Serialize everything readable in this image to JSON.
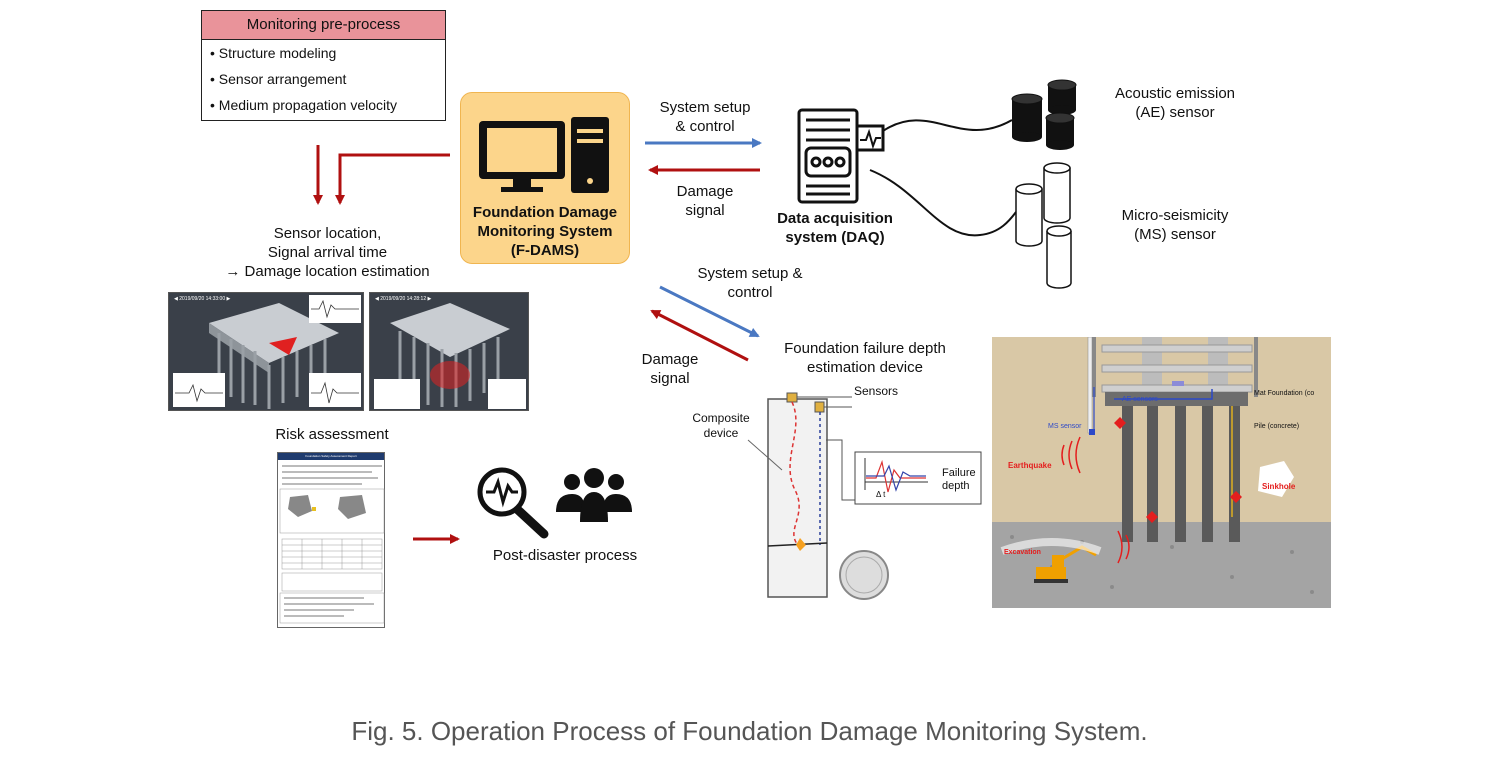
{
  "pre_process": {
    "title": "Monitoring pre-process",
    "items": [
      "• Structure modeling",
      "• Sensor arrangement",
      "• Medium propagation velocity"
    ]
  },
  "fdams": {
    "line1": "Foundation Damage",
    "line2": "Monitoring System",
    "line3": "(F-DAMS)"
  },
  "arrow_labels": {
    "setup_top_1": "System setup",
    "setup_top_2": "& control",
    "damage_top_1": "Damage",
    "damage_top_2": "signal",
    "setup_mid_1": "System setup &",
    "setup_mid_2": "control",
    "damage_mid_1": "Damage",
    "damage_mid_2": "signal"
  },
  "daq": {
    "line1": "Data acquisition",
    "line2": "system (DAQ)"
  },
  "ae_sensor": {
    "line1": "Acoustic emission",
    "line2": "(AE) sensor"
  },
  "ms_sensor": {
    "line1": "Micro-seismicity",
    "line2": "(MS) sensor"
  },
  "location": {
    "line1": "Sensor location,",
    "line2": "Signal arrival time",
    "line3": "→ Damage location estimation"
  },
  "screenshots": {
    "time1": "◀  2019/09/20 14:33:00  ▶",
    "time2": "◀  2019/09/20 14:28:12  ▶"
  },
  "risk": {
    "title": "Risk assessment",
    "report_title": "Foundation Safety Assessment Report"
  },
  "post_disaster": "Post-disaster process",
  "depth_device": {
    "line1": "Foundation failure depth",
    "line2": "estimation device",
    "sensors": "Sensors",
    "composite1": "Composite",
    "composite2": "device",
    "failure1": "Failure",
    "failure2": "depth",
    "delta": "Δ t"
  },
  "site": {
    "mat": "Mat Foundation (co",
    "ae": "AE sensors",
    "ms": "MS sensor",
    "pile": "Pile (concrete)",
    "earthquake": "Earthquake",
    "sinkhole": "Sinkhole",
    "excavation": "Excavation"
  },
  "caption": "Fig. 5. Operation Process of Foundation Damage Monitoring System.",
  "colors": {
    "red_arrow": "#b01010",
    "blue_arrow": "#4a78c2",
    "fdams_fill": "#fcd58b",
    "header_pink": "#e9939a"
  }
}
